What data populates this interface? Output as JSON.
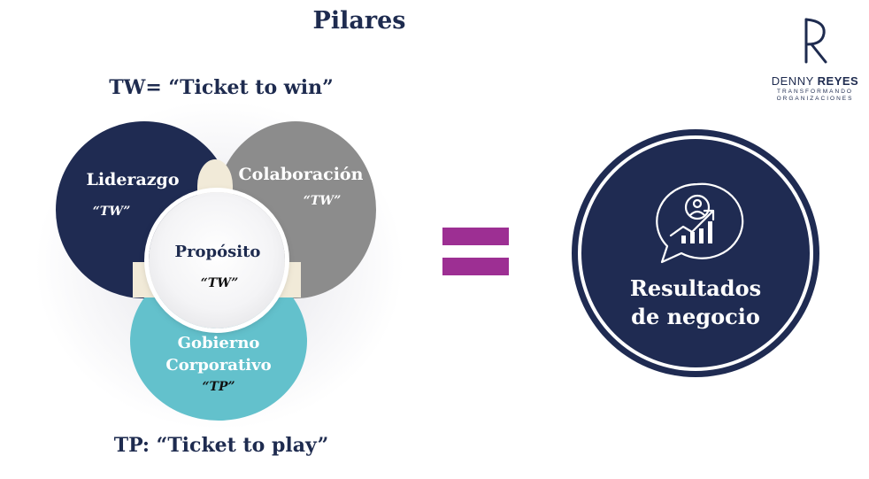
{
  "title": "Pilares",
  "tw_caption": "TW= “Ticket to win”",
  "tp_caption": "TP: “Ticket to play”",
  "pillars": {
    "liderazgo": {
      "label": "Liderazgo",
      "tag": "“TW”"
    },
    "colaboracion": {
      "label": "Colaboración",
      "tag": "“TW”"
    },
    "proposito": {
      "label": "Propósito",
      "tag": "“TW”"
    },
    "gobierno": {
      "label_line1": "Gobierno",
      "label_line2": "Corporativo",
      "tag": "“TP”"
    }
  },
  "result": {
    "line1": "Resultados",
    "line2": "de negocio",
    "icon": "growth-chart-icon"
  },
  "logo": {
    "name_first": "DENNY",
    "name_last": "REYES",
    "tagline_line1": "TRANSFORMANDO",
    "tagline_line2": "ORGANIZACIONES"
  },
  "colors": {
    "navy": "#1f2b52",
    "gray": "#8c8c8c",
    "teal": "#63c1cc",
    "equals": "#9d2f93",
    "overlap": "#f1ead8"
  }
}
